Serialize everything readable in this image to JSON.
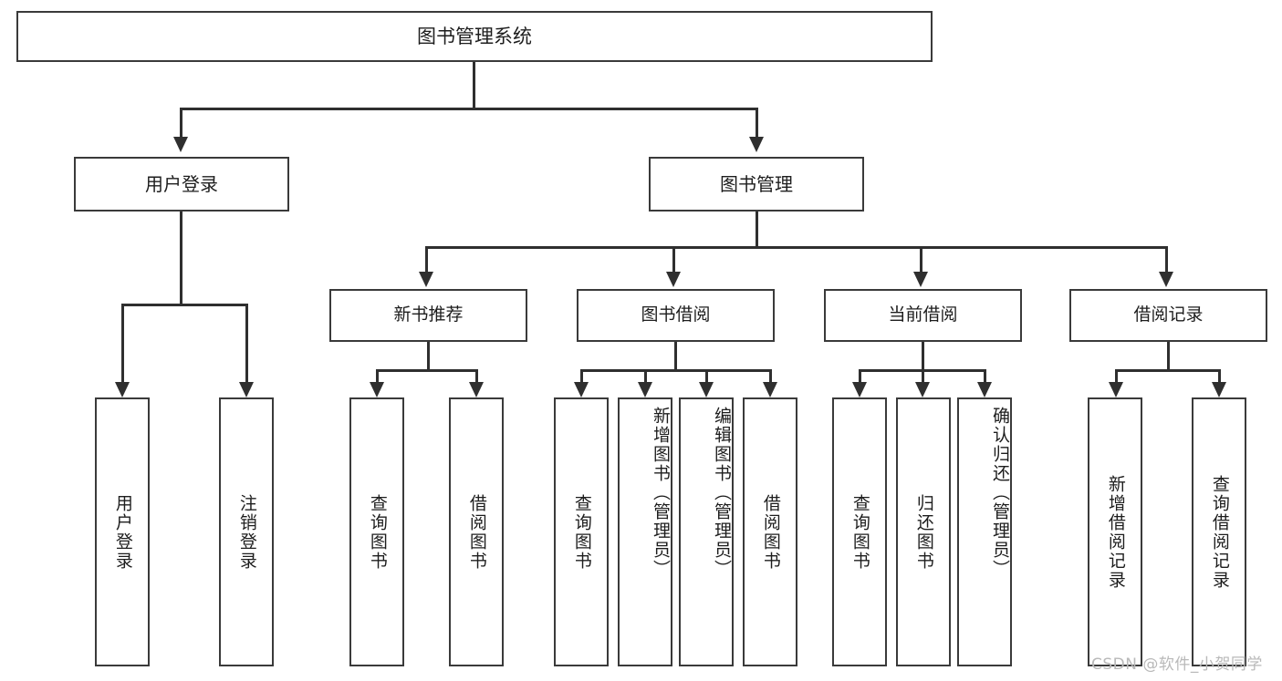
{
  "diagram": {
    "kind": "tree-structure-chart",
    "root": {
      "label": "图书管理系统"
    },
    "level2": [
      {
        "label": "用户登录"
      },
      {
        "label": "图书管理"
      }
    ],
    "level3": [
      {
        "label": "新书推荐"
      },
      {
        "label": "图书借阅"
      },
      {
        "label": "当前借阅"
      },
      {
        "label": "借阅记录"
      }
    ],
    "leaves": {
      "user_login": [
        {
          "label": "用户登录"
        },
        {
          "label": "注销登录"
        }
      ],
      "new_book_recommend": [
        {
          "label": "查询图书"
        },
        {
          "label": "借阅图书"
        }
      ],
      "book_borrow": [
        {
          "label": "查询图书"
        },
        {
          "label": "新增图书（管理员）"
        },
        {
          "label": "编辑图书（管理员）"
        },
        {
          "label": "借阅图书"
        }
      ],
      "current_borrow": [
        {
          "label": "查询图书"
        },
        {
          "label": "归还图书"
        },
        {
          "label": "确认归还（管理员）"
        }
      ],
      "borrow_record": [
        {
          "label": "新增借阅记录"
        },
        {
          "label": "查询借阅记录"
        }
      ]
    }
  },
  "watermark": {
    "text": "CSDN @软件_小贺同学"
  },
  "colors": {
    "box_border": "#3a3a3a",
    "connector": "#2f2f2f",
    "text": "#1d1d1d",
    "background": "#ffffff",
    "watermark": "#b9b9b9"
  }
}
